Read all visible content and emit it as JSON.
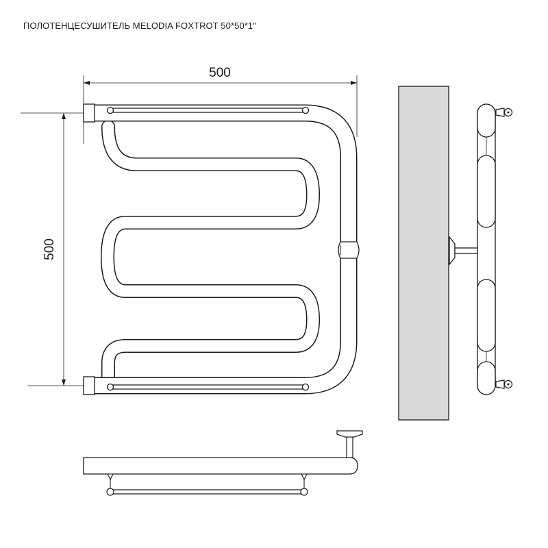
{
  "title": "ПОЛОТЕНЦЕСУШИТЕЛЬ MELODIA FOXTROT 50*50*1\"",
  "dimensions": {
    "width_label": "500",
    "height_label": "500"
  },
  "colors": {
    "line": "#1a1a1a",
    "tube_fill": "#ffffff",
    "wall": "#d9d9d9"
  }
}
